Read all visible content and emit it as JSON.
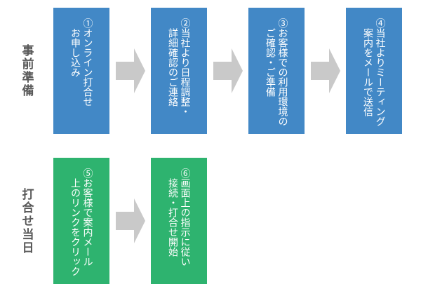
{
  "diagram": {
    "title": "online-meeting-flow",
    "colors": {
      "step_blue": "#4288c6",
      "step_green": "#2eb36f",
      "arrow_gray": "#c9c9c9",
      "row_label_gray": "#595959",
      "step_text": "#ffffff",
      "background": "#ffffff"
    },
    "rows": [
      {
        "label": "事前準備",
        "steps": [
          {
            "line1": "①オンライン打合せ",
            "line2": "お申し込み"
          },
          {
            "line1": "②当社より日程調整・",
            "line2": "詳細確認のご連絡"
          },
          {
            "line1": "③お客様での利用環境の",
            "line2": "ご確認・ご準備"
          },
          {
            "line1": "④当社よりミーティング",
            "line2": "案内をメールで送信"
          }
        ]
      },
      {
        "label": "打合せ当日",
        "steps": [
          {
            "line1": "⑤お客様で案内メール",
            "line2": "上のリンクをクリック"
          },
          {
            "line1": "⑥画面上の指示に従い",
            "line2": "接続・打合せ開始"
          }
        ]
      }
    ]
  }
}
